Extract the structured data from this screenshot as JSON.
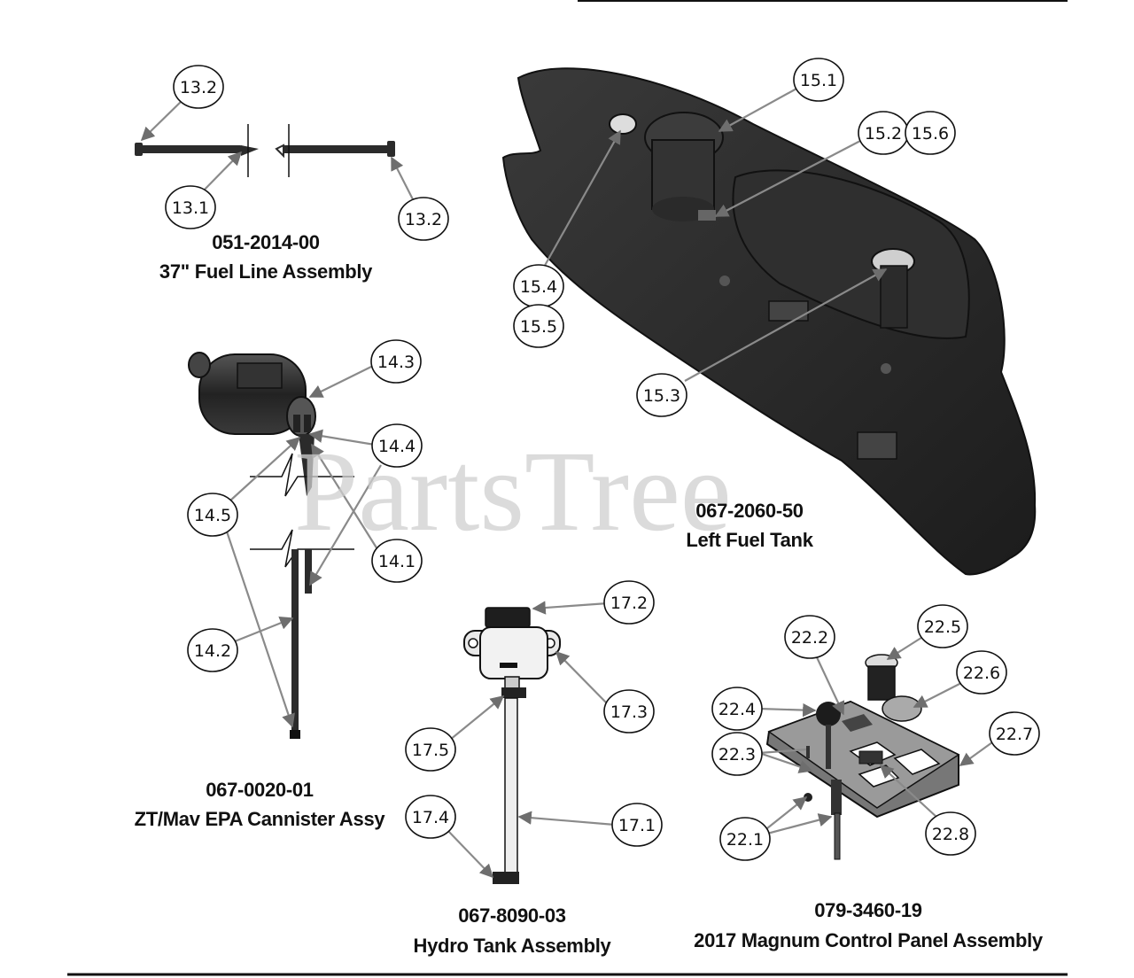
{
  "watermark": "PartsTree",
  "assemblies": [
    {
      "id": "fuel-line",
      "part_number": "051-2014-00",
      "name": "37\" Fuel Line Assembly"
    },
    {
      "id": "fuel-tank",
      "part_number": "067-2060-50",
      "name": "Left Fuel Tank"
    },
    {
      "id": "epa-cannister",
      "part_number": "067-0020-01",
      "name": "ZT/Mav EPA Cannister Assy"
    },
    {
      "id": "hydro-tank",
      "part_number": "067-8090-03",
      "name": "Hydro Tank Assembly"
    },
    {
      "id": "control-panel",
      "part_number": "079-3460-19",
      "name": "2017 Magnum Control Panel Assembly"
    }
  ],
  "callouts": [
    "13.2",
    "13.1",
    "13.2",
    "15.1",
    "15.2",
    "15.6",
    "15.4",
    "15.5",
    "15.3",
    "14.3",
    "14.4",
    "14.5",
    "14.1",
    "14.2",
    "17.2",
    "17.3",
    "17.5",
    "17.4",
    "17.1",
    "22.2",
    "22.5",
    "22.6",
    "22.4",
    "22.3",
    "22.7",
    "22.1",
    "22.8"
  ],
  "colors": {
    "part_dark": "#2b2b2b",
    "leader": "#8a8a8a",
    "watermark": "#cfcfcf"
  }
}
